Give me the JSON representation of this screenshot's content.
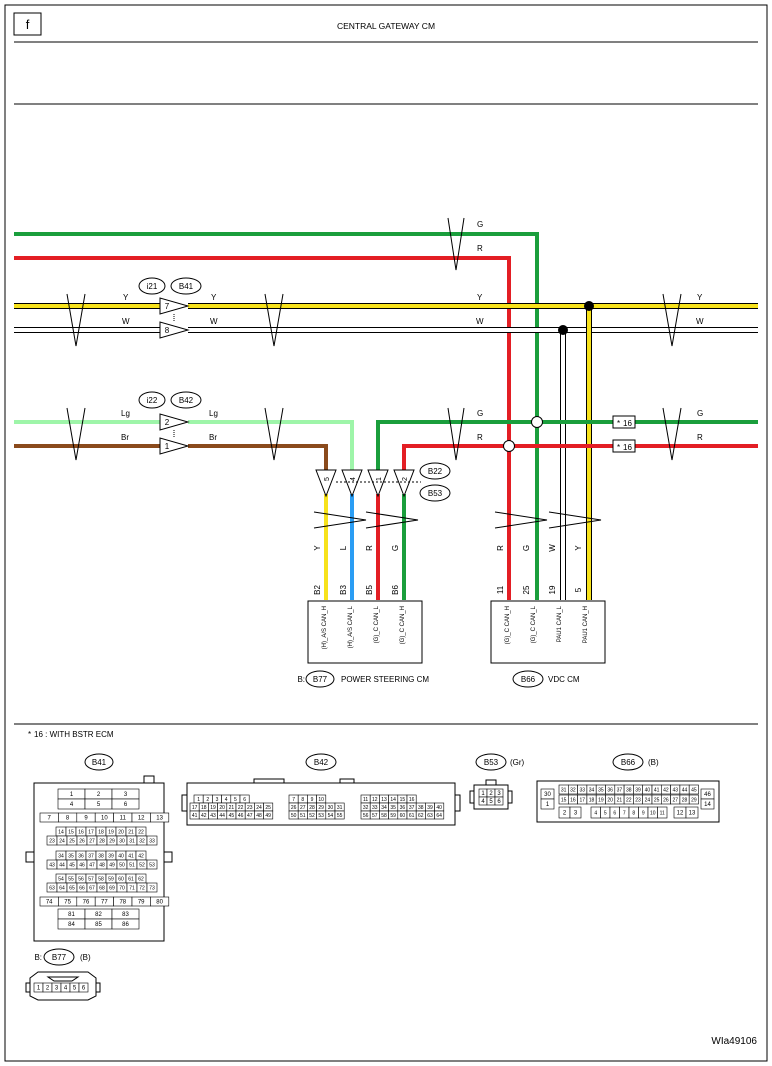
{
  "header": {
    "page_letter": "f",
    "title": "CENTRAL GATEWAY CM",
    "figure_id": "WIa49106"
  },
  "colors": {
    "green": "#1a9e3c",
    "red": "#e31e24",
    "yellow": "#f7e21c",
    "light_green": "#9ef5a9",
    "brown": "#8a4a1c",
    "blue": "#2a9df4",
    "white_wire": "#ffffff"
  },
  "wires": {
    "G": "G",
    "R": "R",
    "Y": "Y",
    "W": "W",
    "Lg": "Lg",
    "Br": "Br",
    "L": "L"
  },
  "connectors": {
    "i21": "i21",
    "B41": "B41",
    "i22": "i22",
    "B42": "B42",
    "B22": "B22",
    "B53": "B53",
    "B77": "B77",
    "B66": "B66",
    "i21_pins": [
      "7",
      "8"
    ],
    "i22_pins": [
      "2",
      "1"
    ],
    "b22_pins": [
      "5",
      "4",
      "1",
      "2"
    ]
  },
  "marks": {
    "star16": "16"
  },
  "power_steering": {
    "prefix": "B:",
    "name": "POWER STEERING CM",
    "pins": [
      "B2",
      "B3",
      "B5",
      "B6"
    ],
    "signals": [
      "(H)_A/S CAN_H",
      "(H)_A/S CAN_L",
      "(G)_C CAN_L",
      "(G)_C CAN_H"
    ]
  },
  "vdc": {
    "name": "VDC CM",
    "pins": [
      "11",
      "25",
      "19",
      "5"
    ],
    "signals": [
      "(G)_C CAN_H",
      "(G)_C CAN_L",
      "PAU1 CAN_L",
      "PAU1 CAN_H"
    ]
  },
  "note": "16 : WITH BSTR ECM",
  "faces": {
    "B41": {
      "label": "B41",
      "rows": [
        [
          "1",
          "2",
          "3"
        ],
        [
          "4",
          "5",
          "6"
        ],
        [
          "7",
          "8",
          "9",
          "10",
          "11",
          "12",
          "13"
        ],
        [
          "14",
          "15",
          "16",
          "17",
          "18",
          "19",
          "20",
          "21",
          "22"
        ],
        [
          "23",
          "24",
          "25",
          "26",
          "27",
          "28",
          "29",
          "30",
          "31",
          "32",
          "33"
        ],
        [
          "34",
          "35",
          "36",
          "37",
          "38",
          "39",
          "40",
          "41",
          "42"
        ],
        [
          "43",
          "44",
          "45",
          "46",
          "47",
          "48",
          "49",
          "50",
          "51",
          "52",
          "53"
        ],
        [
          "54",
          "55",
          "56",
          "57",
          "58",
          "59",
          "60",
          "61",
          "62"
        ],
        [
          "63",
          "64",
          "65",
          "66",
          "67",
          "68",
          "69",
          "70",
          "71",
          "72",
          "73"
        ],
        [
          "74",
          "75",
          "76",
          "77",
          "78",
          "79",
          "80"
        ],
        [
          "81",
          "82",
          "83"
        ],
        [
          "84",
          "85",
          "86"
        ]
      ]
    },
    "B42": {
      "label": "B42",
      "blocks": [
        [
          [
            "1",
            "2",
            "3",
            "4",
            "5",
            "6"
          ],
          [
            "17",
            "18",
            "19",
            "20",
            "21",
            "22",
            "23",
            "24",
            "25"
          ],
          [
            "41",
            "42",
            "43",
            "44",
            "45",
            "46",
            "47",
            "48",
            "49"
          ]
        ],
        [
          [
            "7",
            "8",
            "9",
            "10"
          ],
          [
            "26",
            "27",
            "28",
            "29",
            "30",
            "31"
          ],
          [
            "50",
            "51",
            "52",
            "53",
            "54",
            "55"
          ]
        ],
        [
          [
            "11",
            "12",
            "13",
            "14",
            "15",
            "16"
          ],
          [
            "32",
            "33",
            "34",
            "35",
            "36",
            "37",
            "38",
            "39",
            "40"
          ],
          [
            "56",
            "57",
            "58",
            "59",
            "60",
            "61",
            "62",
            "63",
            "64"
          ]
        ]
      ]
    },
    "B53": {
      "label": "B53",
      "color": "(Gr)",
      "rows": [
        [
          "1",
          "2",
          "3"
        ],
        [
          "4",
          "5",
          "6"
        ]
      ]
    },
    "B66": {
      "label": "B66",
      "color": "(B)",
      "left": [
        "30",
        "1",
        "2",
        "3"
      ],
      "row1": [
        "31",
        "32",
        "33",
        "34",
        "35",
        "36",
        "37",
        "38",
        "39",
        "40",
        "41",
        "42",
        "43",
        "44",
        "45"
      ],
      "row2": [
        "15",
        "16",
        "17",
        "18",
        "19",
        "20",
        "21",
        "22",
        "23",
        "24",
        "25",
        "26",
        "27",
        "28",
        "29"
      ],
      "row3": [
        "4",
        "5",
        "6",
        "7",
        "8",
        "9",
        "10",
        "11"
      ],
      "row3r": [
        "12",
        "13"
      ],
      "right": [
        "46",
        "14"
      ]
    },
    "B77": {
      "prefix": "B:",
      "label": "B77",
      "color": "(B)",
      "pins": [
        "1",
        "2",
        "3",
        "4",
        "5",
        "6"
      ]
    }
  }
}
